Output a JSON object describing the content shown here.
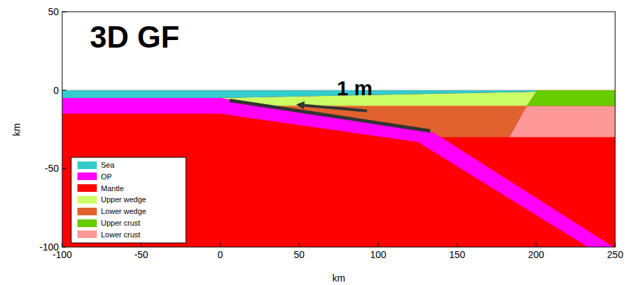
{
  "diagram": {
    "labels": [
      "3D GF",
      "1 m",
      "50",
      "0",
      "-50",
      "-100",
      "km",
      "-100",
      "-50",
      "0",
      "50",
      "100",
      "150",
      "200",
      "250",
      "km"
    ],
    "legend": [
      {
        "text": "Sea",
        "color": "#33cccc"
      },
      {
        "text": "OP",
        "color": "#ff00ff"
      },
      {
        "text": "Mantle",
        "color": "#ff0000"
      },
      {
        "text": "Upper wedge",
        "color": "#ccff66"
      },
      {
        "text": "Lower wedge",
        "color": "#e0622f"
      },
      {
        "text": "Upper crust",
        "color": "#66cc00"
      },
      {
        "text": "Lower crust",
        "color": "#ff9999"
      }
    ]
  }
}
